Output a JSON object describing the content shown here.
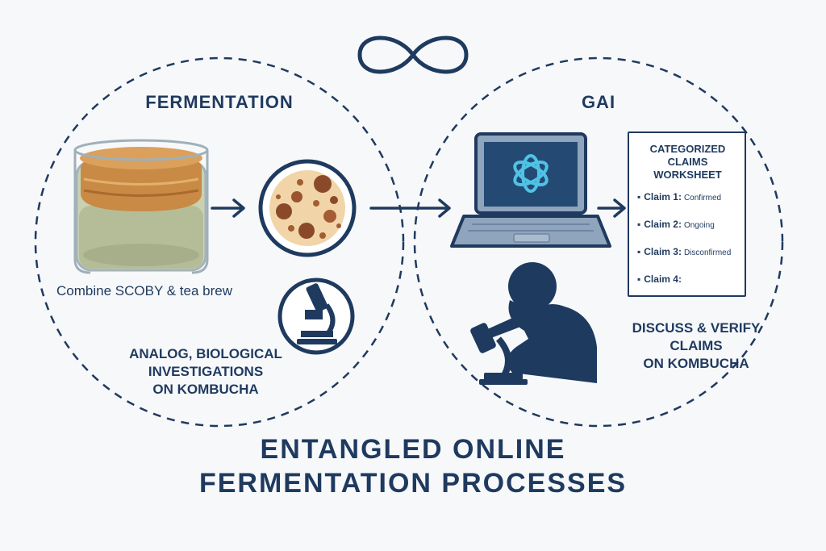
{
  "left_heading": "FERMENTATION",
  "right_heading": "GAI",
  "combine_caption": "Combine SCOBY & tea brew",
  "analog_caption": [
    "ANALOG, BIOLOGICAL",
    "INVESTIGATIONS",
    "ON KOMBUCHA"
  ],
  "discuss_caption": [
    "DISCUSS & VERIFY",
    "CLAIMS",
    "ON KOMBUCHA"
  ],
  "worksheet": {
    "title": "CATEGORIZED CLAIMS WORKSHEET",
    "items": [
      {
        "claim": "Claim 1:",
        "status": "Confirmed"
      },
      {
        "claim": "Claim 2:",
        "status": "Ongoing"
      },
      {
        "claim": "Claim 3:",
        "status": "Disconfirmed"
      },
      {
        "claim": "Claim 4:",
        "status": ""
      }
    ]
  },
  "main_title": [
    "ENTANGLED ONLINE",
    "FERMENTATION PROCESSES"
  ],
  "icons": [
    "infinity-icon",
    "jar-icon",
    "petri-dish-icon",
    "microscope-icon",
    "laptop-icon",
    "openai-logo-icon",
    "researcher-microscope-icon",
    "arrow-right-icon"
  ],
  "colors": {
    "navy": "#1f3a5f",
    "scoby": "#c98a45",
    "liquid": "#b9c3a0",
    "dish": "#f1d5a8",
    "spot": "#8a4a2a",
    "screen": "#244a73",
    "laptop": "#8fa4bd",
    "background": "#f7f8fa"
  }
}
